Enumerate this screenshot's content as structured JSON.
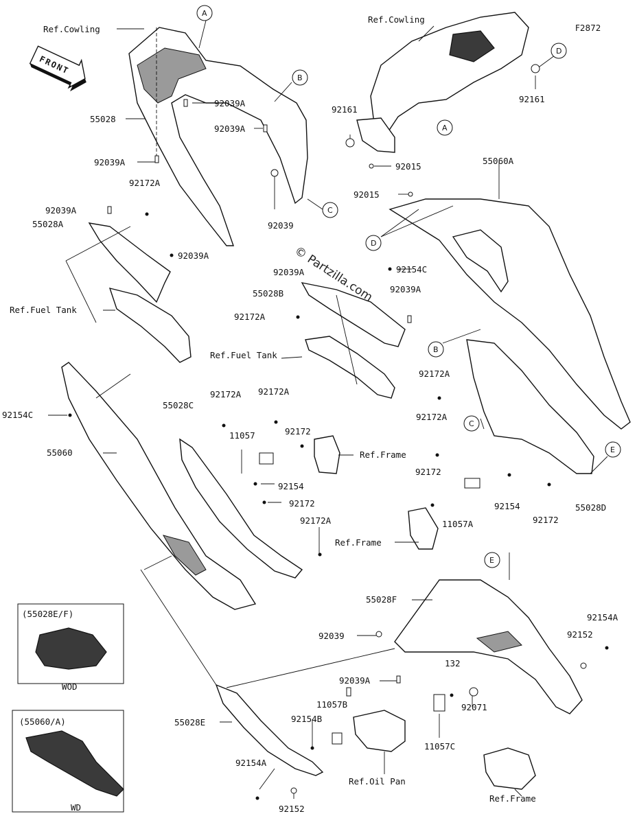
{
  "figure_id": "F2872",
  "watermark": "© Partzilla.com",
  "front_arrow": "FRONT",
  "callouts": [
    "A",
    "B",
    "C",
    "D",
    "E"
  ],
  "labels": {
    "ref_cowling_left": "Ref.Cowling",
    "ref_cowling_right": "Ref.Cowling",
    "p55028": "55028",
    "p92039A_1": "92039A",
    "p92039A_2": "92039A",
    "p92039A_3": "92039A",
    "p92172A_1": "92172A",
    "p92039A_4": "92039A",
    "p55028A": "55028A",
    "p92039A_5": "92039A",
    "p92039_1": "92039",
    "ref_fuel_tank_1": "Ref.Fuel Tank",
    "p92161_left": "92161",
    "p92161_right": "92161",
    "p92015_1": "92015",
    "p92015_2": "92015",
    "p55060A": "55060A",
    "p92154C_1": "92154C",
    "p92039A_6": "92039A",
    "p55028B": "55028B",
    "p92039A_7": "92039A",
    "p92172A_2": "92172A",
    "ref_fuel_tank_2": "Ref.Fuel Tank",
    "p92154C_2": "92154C",
    "p55028C": "55028C",
    "p92172A_3": "92172A",
    "p92172A_4": "92172A",
    "p92172_1": "92172",
    "p11057": "11057",
    "p55060": "55060",
    "ref_frame_1": "Ref.Frame",
    "p92154_1": "92154",
    "p92172_2": "92172",
    "p92172A_5": "92172A",
    "p92172A_6": "92172A",
    "p92172A_7": "92172A",
    "p92172_3": "92172",
    "p92154_2": "92154",
    "p11057A": "11057A",
    "p92172_4": "92172",
    "p55028D": "55028D",
    "ref_frame_2": "Ref.Frame",
    "variant_1": "(55028E/F)",
    "variant_1_caption": "WOD",
    "variant_2": "(55060/A)",
    "variant_2_caption": "WD",
    "p55028F": "55028F",
    "p92039_2": "92039",
    "p92154A_1": "92154A",
    "p92152_1": "92152",
    "p92039A_8": "92039A",
    "p132": "132",
    "p11057B": "11057B",
    "p92154B": "92154B",
    "p55028E": "55028E",
    "p92071": "92071",
    "p11057C": "11057C",
    "ref_oil_pan": "Ref.Oil Pan",
    "p92154A_2": "92154A",
    "p92152_2": "92152",
    "ref_frame_3": "Ref.Frame"
  }
}
